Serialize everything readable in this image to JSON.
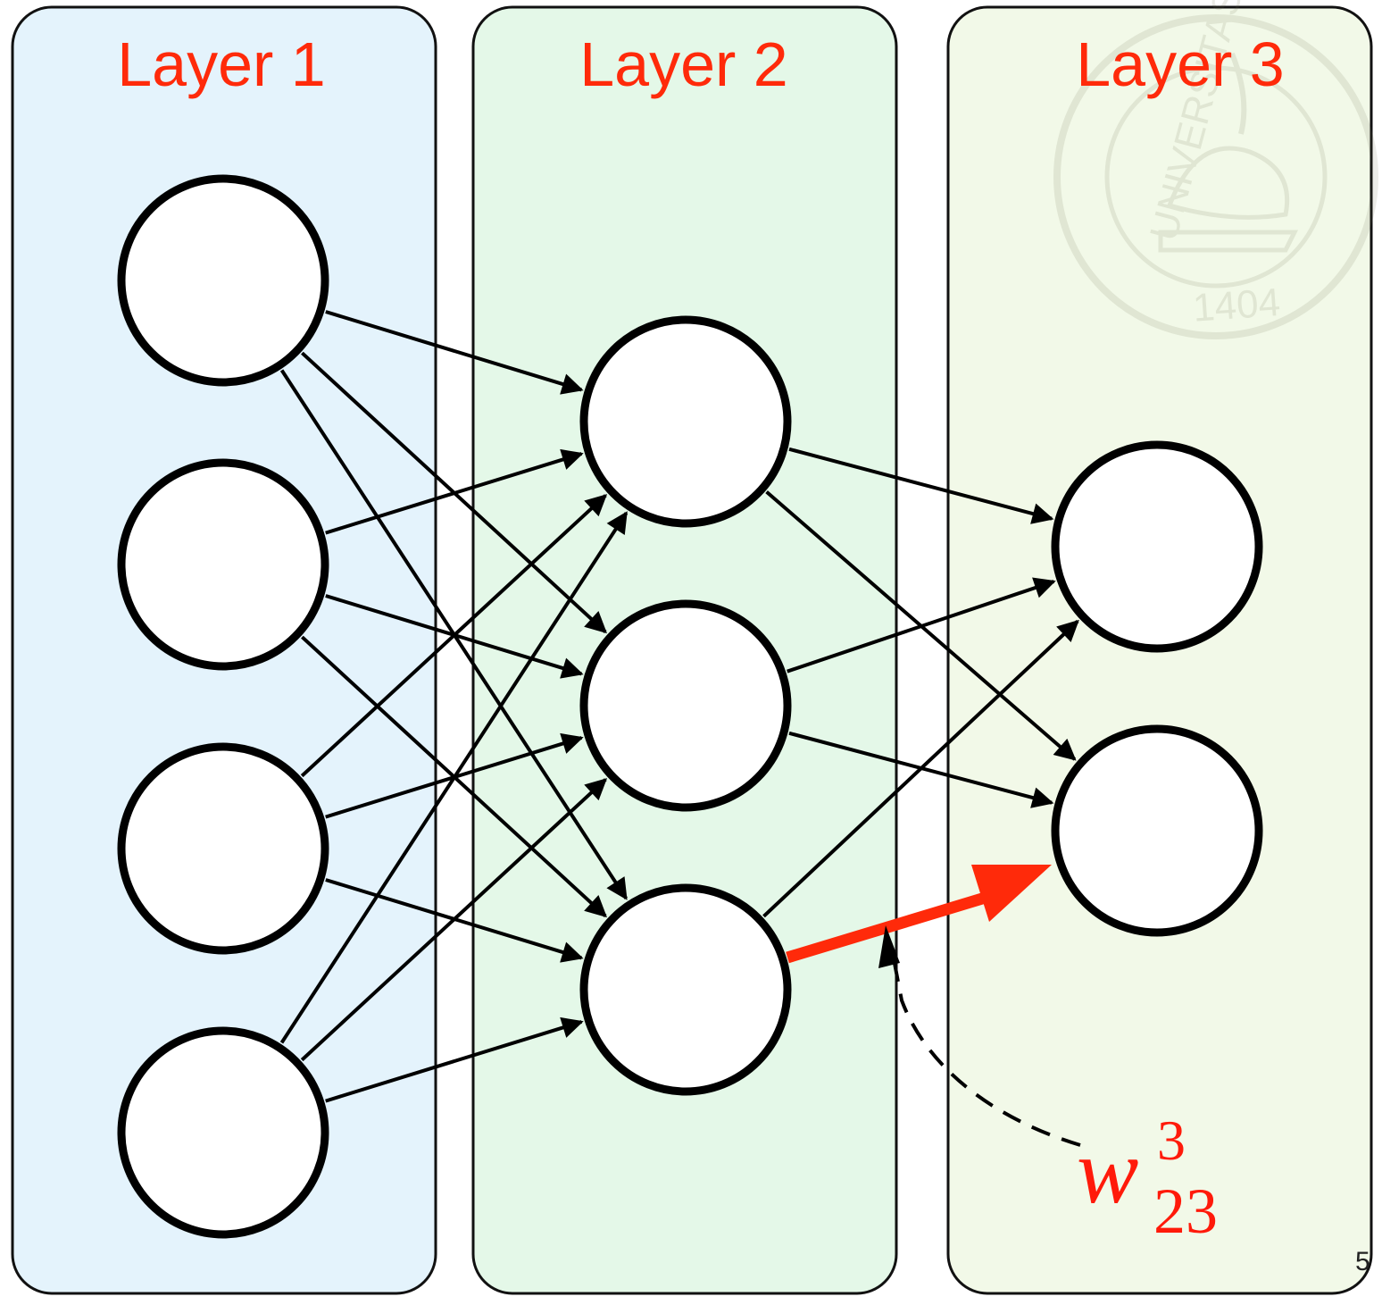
{
  "layers": [
    {
      "title": "Layer 1",
      "neurons": 4
    },
    {
      "title": "Layer 2",
      "neurons": 3
    },
    {
      "title": "Layer 3",
      "neurons": 2
    }
  ],
  "highlighted_weight": {
    "symbol": "w",
    "superscript": "3",
    "subscript": "23",
    "from": {
      "layer": 2,
      "neuron": 3
    },
    "to": {
      "layer": 3,
      "neuron": 2
    }
  },
  "seal": {
    "text": "UNIVERSITAS",
    "year": "1404"
  },
  "page_number": "5",
  "colors": {
    "title": "#ff2a0a",
    "highlight": "#ff2a0a",
    "layer1_bg": "#e4f3fc",
    "layer2_bg": "#e4f8e8",
    "layer3_bg": "#f2f9e8",
    "stroke": "#000000"
  }
}
